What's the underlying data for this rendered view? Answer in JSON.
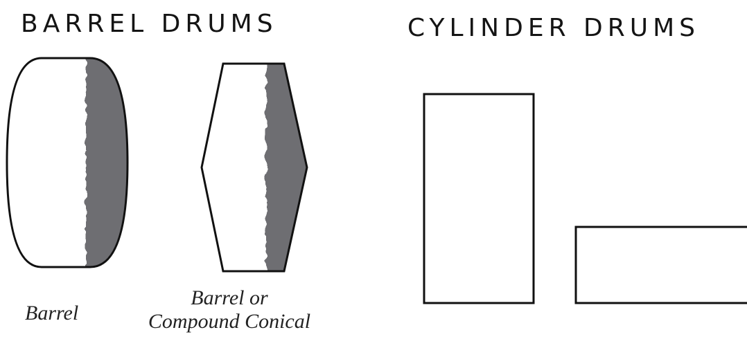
{
  "barrel_section": {
    "title": "BARREL DRUMS",
    "shapes": [
      {
        "label_lines": [
          "Barrel"
        ]
      },
      {
        "label_lines": [
          "Barrel or",
          "Compound Conical"
        ]
      }
    ]
  },
  "cylinder_section": {
    "title": "CYLINDER DRUMS"
  },
  "colors": {
    "outline": "#111111",
    "shading": "#6e6e72",
    "background": "#ffffff"
  }
}
